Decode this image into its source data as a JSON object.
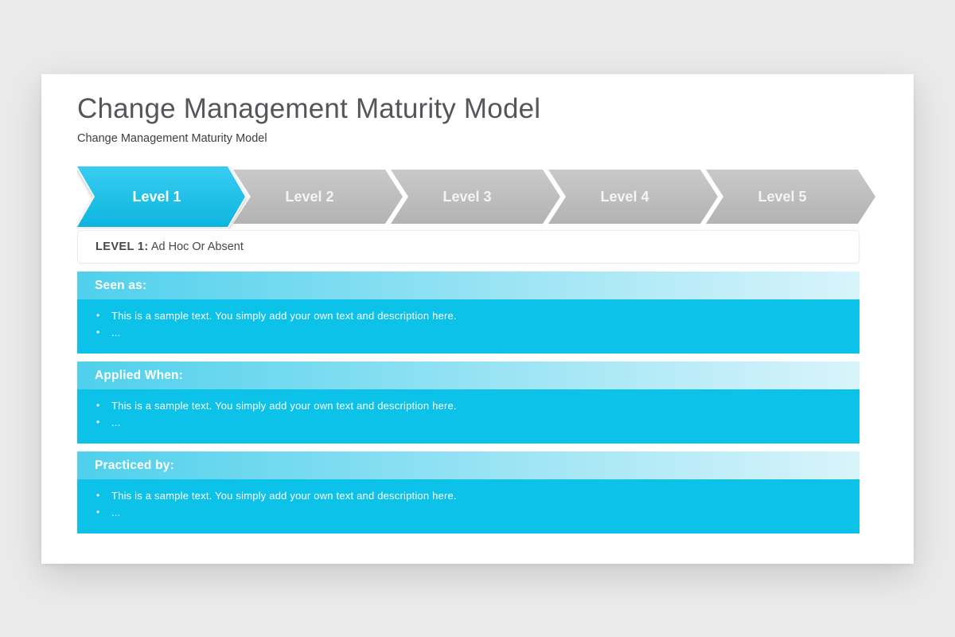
{
  "slide": {
    "title": "Change Management Maturity Model",
    "subtitle": "Change Management Maturity Model",
    "levels": [
      {
        "label": "Level 1",
        "active": true
      },
      {
        "label": "Level 2",
        "active": false
      },
      {
        "label": "Level 3",
        "active": false
      },
      {
        "label": "Level 4",
        "active": false
      },
      {
        "label": "Level 5",
        "active": false
      }
    ],
    "banner": {
      "prefix": "LEVEL 1:",
      "text": "Ad Hoc Or Absent"
    },
    "sections": [
      {
        "heading": "Seen as:",
        "bullets": [
          "This is a sample text. You simply add your own text and description here.",
          "..."
        ]
      },
      {
        "heading": "Applied When:",
        "bullets": [
          "This is a sample text. You simply add your own text and description here.",
          "..."
        ]
      },
      {
        "heading": "Practiced by:",
        "bullets": [
          "This is a sample text. You simply add your own text and description here.",
          "..."
        ]
      }
    ],
    "colors": {
      "accent": "#0cc2e9",
      "active_arrow_top": "#38cdf0",
      "active_arrow_bottom": "#0db5e0",
      "inactive_arrow_top": "#c9c9c9",
      "inactive_arrow_bottom": "#b3b3b3",
      "header_gradient_start": "#4fd0ec",
      "header_gradient_end": "#d9f4fb",
      "page_background": "#eaeaeb"
    }
  }
}
